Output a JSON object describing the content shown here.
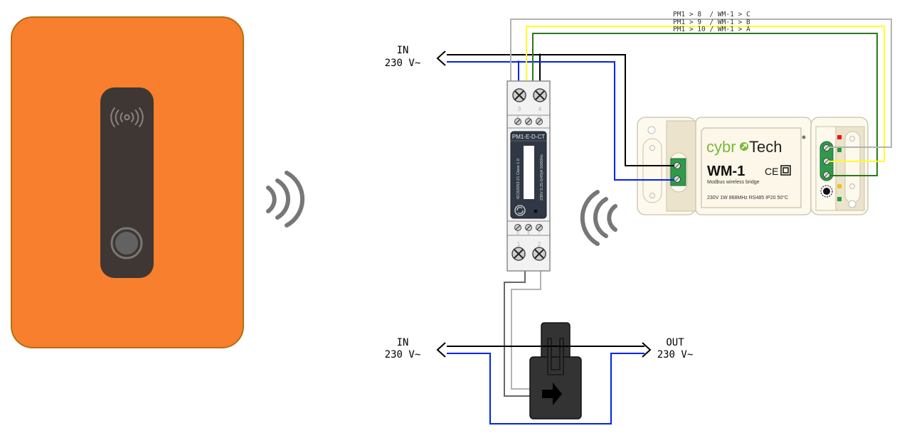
{
  "charger": {
    "body_color": "#f77f2e",
    "border_color": "#b4700f",
    "panel_color": "#3e3733",
    "rfid_icon": "rfid-signal-icon",
    "button_icon": "round-button-icon"
  },
  "wireless_links": {
    "left_icon": "wireless-signal-right-icon",
    "right_icon": "wireless-signal-left-icon",
    "color": "#777777"
  },
  "power_labels": {
    "top_in": {
      "line1": "IN",
      "line2": "230 V~"
    },
    "bottom_in": {
      "line1": "IN",
      "line2": "230 V~"
    },
    "bottom_out": {
      "line1": "OUT",
      "line2": "230 V~"
    }
  },
  "wire_labels": [
    "PM1 > 8  / WM-1 > C",
    "PM1 > 9  / WM-1 > B",
    "PM1 > 10 / WM-1 > A"
  ],
  "meter": {
    "model": "PM1-E-D-CT",
    "spec_left": "IEC62053-21 Class 1.0",
    "spec_right": "230V 0.25-5(45)A 50/60Hz",
    "top_terminals": [
      "3",
      "4"
    ],
    "top_small_terminals": [
      "8",
      "9",
      "10"
    ],
    "bottom_small_terminals": [
      "5",
      "6",
      "7"
    ],
    "bottom_terminals": [
      "1",
      "2"
    ]
  },
  "bridge": {
    "brand": "cybrotech",
    "brand_parts": {
      "a": "cybr",
      "b": "Tech"
    },
    "model": "WM-1",
    "ce_mark": "CE",
    "description": "Modbus wireless bridge",
    "specs": "230V 1W 868MHz RS485 IP20 50°C",
    "led_colors": [
      "#ee1111",
      "#2a9a3a",
      "#f0c020",
      "#2a9a3a"
    ]
  },
  "wire_colors": {
    "live": "#000000",
    "neutral": "#0022ee",
    "c": "#b3b3b3",
    "b": "#ffff22",
    "a": "#2a7a1a",
    "ct_dark": "#666666",
    "ct_light": "#b3b3b3"
  }
}
